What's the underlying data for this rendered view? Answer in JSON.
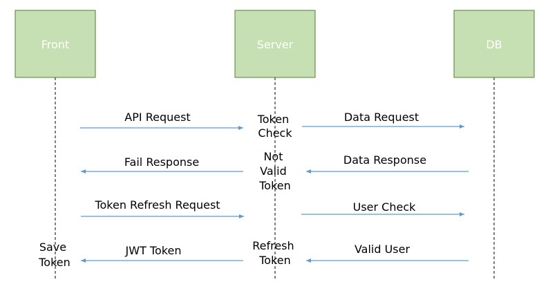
{
  "actors": [
    {
      "id": "front",
      "label": "Front"
    },
    {
      "id": "server",
      "label": "Server"
    },
    {
      "id": "db",
      "label": "DB"
    }
  ],
  "colors": {
    "actor_fill": "#c6e0b4",
    "actor_stroke": "#507e32",
    "arrow": "#5b9bd5",
    "lifeline": "#000000"
  },
  "messages": [
    {
      "label": "API Request",
      "from": "front",
      "to": "server"
    },
    {
      "label": "Data Request",
      "from": "server",
      "to": "db"
    },
    {
      "label": "Fail Response",
      "from": "server",
      "to": "front"
    },
    {
      "label": "Data Response",
      "from": "db",
      "to": "server"
    },
    {
      "label": "Token Refresh Request",
      "from": "front",
      "to": "server"
    },
    {
      "label": "User Check",
      "from": "server",
      "to": "db"
    },
    {
      "label": "JWT Token",
      "from": "server",
      "to": "front"
    },
    {
      "label": "Valid User",
      "from": "db",
      "to": "server"
    }
  ],
  "notes": [
    {
      "actor": "server",
      "lines": [
        "Token",
        "Check"
      ]
    },
    {
      "actor": "server",
      "lines": [
        "Not",
        "Valid",
        "Token"
      ]
    },
    {
      "actor": "server",
      "lines": [
        "Refresh",
        "Token"
      ]
    },
    {
      "actor": "front",
      "lines": [
        "Save",
        "Token"
      ]
    }
  ]
}
